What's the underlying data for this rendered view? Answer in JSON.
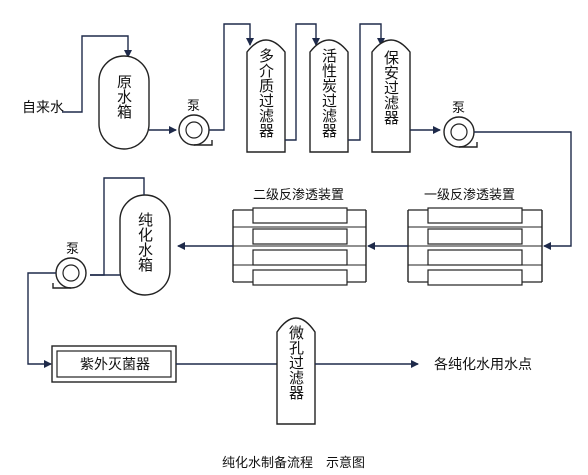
{
  "labels": {
    "source": "自来水",
    "raw_tank": "原水箱",
    "pump": "泵",
    "multimedia_filter": "多介质过滤器",
    "carbon_filter": "活性炭过滤器",
    "security_filter": "保安过滤器",
    "ro_stage1": "一级反渗透装置",
    "ro_stage2": "二级反渗透装置",
    "pure_tank": "纯化水箱",
    "uv_sterilizer": "紫外灭菌器",
    "micro_filter": "微孔过滤器",
    "use_points": "各纯化水用水点",
    "caption": "纯化水制备流程　示意图"
  },
  "colors": {
    "line": "#1e2a4a",
    "outline": "#222222",
    "background": "#ffffff"
  }
}
